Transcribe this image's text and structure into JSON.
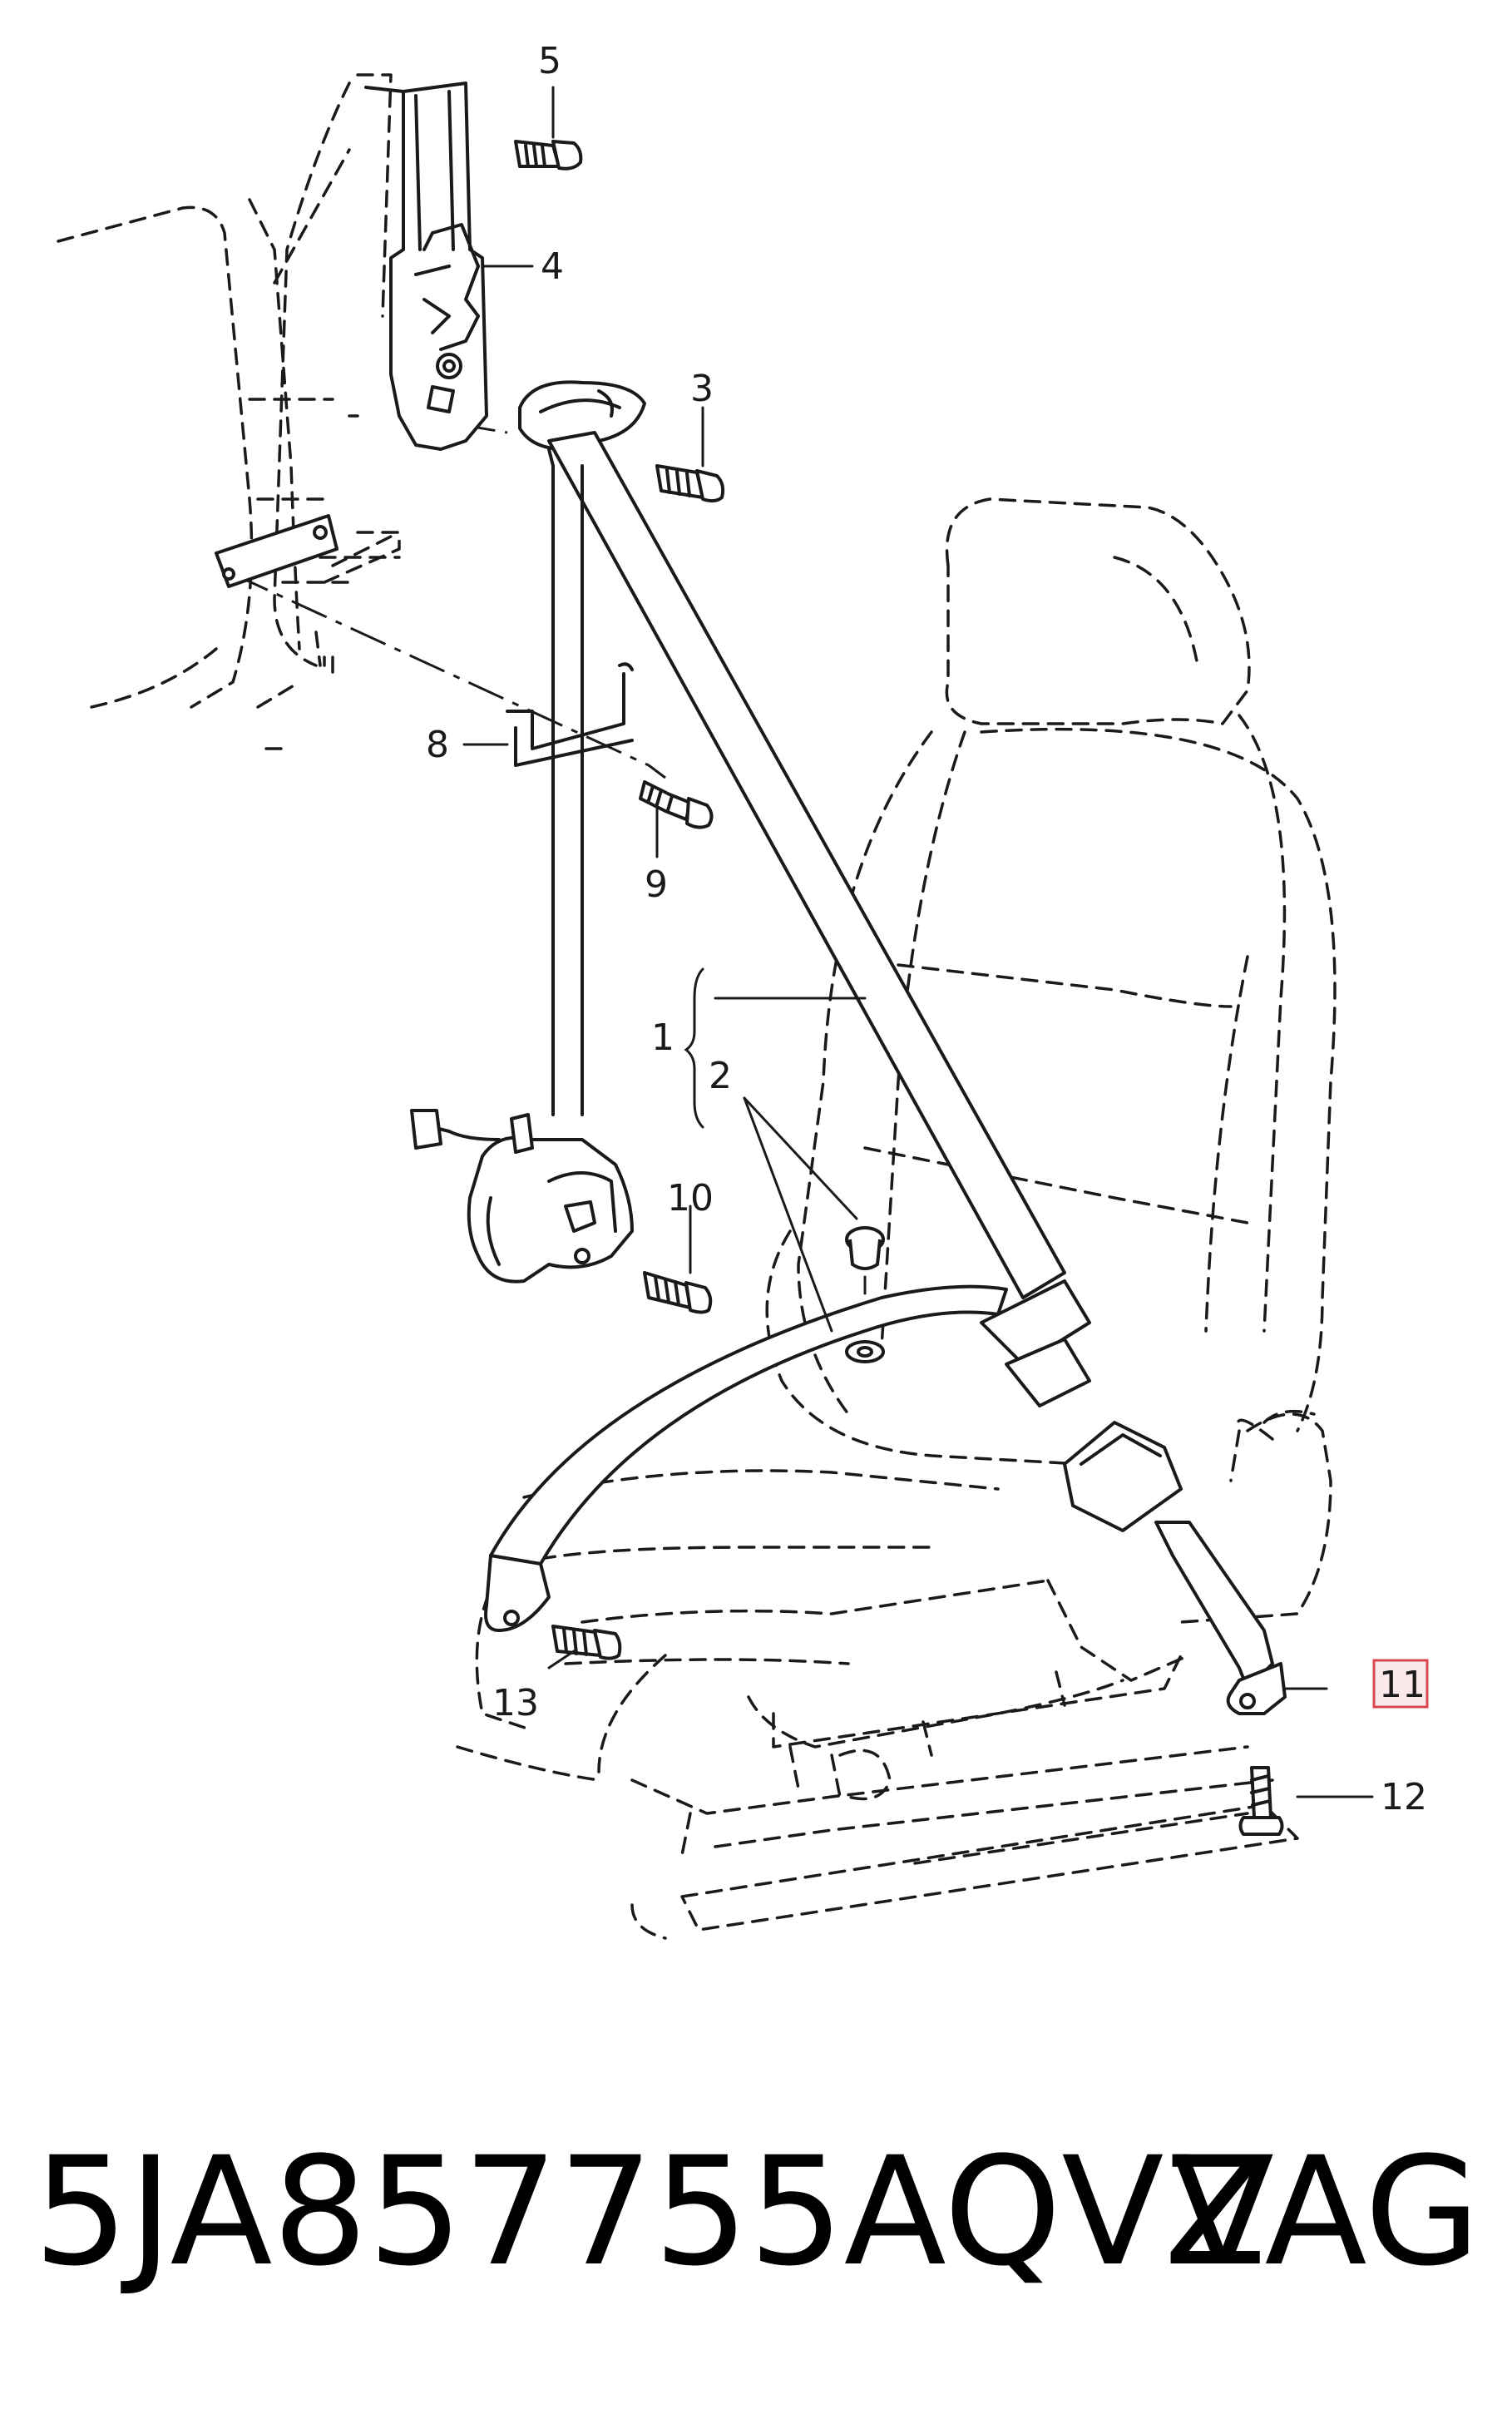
{
  "callouts": {
    "c1": "1",
    "c2": "2",
    "c3": "3",
    "c4": "4",
    "c5": "5",
    "c8": "8",
    "c9": "9",
    "c10": "10",
    "c11": "11",
    "c12": "12",
    "c13": "13"
  },
  "highlight_color": "#d9484f",
  "footer": {
    "part_number": "5JA857755AQVZ",
    "brand": "VAG"
  }
}
